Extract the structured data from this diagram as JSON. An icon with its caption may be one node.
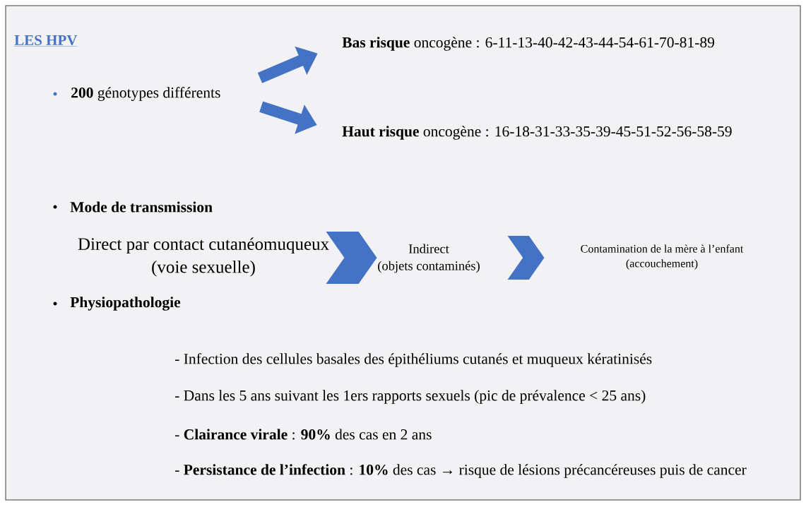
{
  "diagram": {
    "title": "LES HPV",
    "nodes": [
      {
        "text": [
          "**200** génotypes différents"
        ]
      },
      {
        "text": [
          "**Bas risque** oncogène : 6-11-13-40-42-43-44-54-61-70-81-89"
        ]
      },
      {
        "text": [
          "**Haut risque** oncogène : 16-18-31-33-35-39-45-51-52-56-58-59"
        ]
      },
      {
        "text": [
          "Direct par contact cutanéomuqueux (voie sexuelle)"
        ]
      },
      {
        "text": [
          "Indirect (objets contaminés)"
        ]
      },
      {
        "text": [
          "Contamination de la mère à l’enfant (accouchement)"
        ]
      }
    ],
    "edges": [
      {
        "from": 0,
        "to": 1,
        "arrow": "to"
      },
      {
        "from": 0,
        "to": 2,
        "arrow": "to"
      },
      {
        "from": 3,
        "to": 4,
        "arrow": "to"
      },
      {
        "from": 4,
        "to": 5,
        "arrow": "to"
      }
    ],
    "labels": [
      "Mode de transmission",
      "Physiopathologie",
      "- Infection des cellules basales des épithéliums cutanés et muqueux kératinisés",
      "- Dans les 5 ans suivant les 1ers rapports sexuels (pic de prévalence < 25 ans)",
      "- **Clairance virale** : **90%** des cas en 2 ans",
      "- **Persistance de l’infection** : **10%** des cas → risque de lésions précancéreuses puis de cancer"
    ]
  }
}
